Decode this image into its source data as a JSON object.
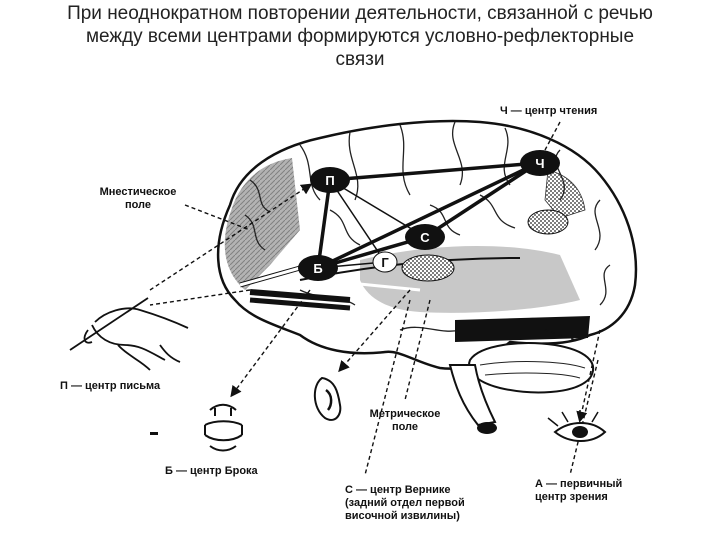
{
  "title": {
    "line1": "При неоднократном повторении деятельности, связанной с речью",
    "line2": "между всеми центрами формируются условно-рефлекторные",
    "line3": "связи"
  },
  "nodes": {
    "P": "П",
    "CH": "Ч",
    "B": "Б",
    "S": "С",
    "G": "Г"
  },
  "labels": {
    "reading_center": "Ч — центр чтения",
    "mnestic_line1": "Мнестическое",
    "mnestic_line2": "поле",
    "writing_center": "П — центр письма",
    "broca_center": "Б — центр Брока",
    "metric_line1": "Метрическое",
    "metric_line2": "поле",
    "wernicke_line1": "С — центр Вернике",
    "wernicke_line2": "(задний отдел первой",
    "wernicke_line3": "височной извилины)",
    "visual_line1": "А — первичный",
    "visual_line2": "центр зрения"
  },
  "colors": {
    "ink": "#111111",
    "shade": "#8a8a8a",
    "paper": "#ffffff"
  }
}
